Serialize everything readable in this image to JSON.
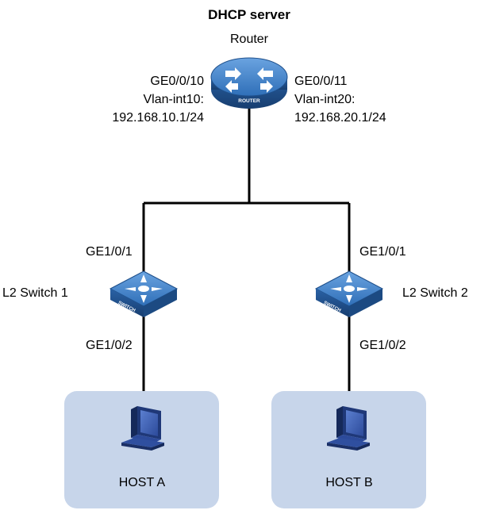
{
  "title": "DHCP server",
  "router": {
    "name": "Router",
    "badge": "ROUTER",
    "left_port": {
      "line1": "GE0/0/10",
      "line2": "Vlan-int10:",
      "line3": "192.168.10.1/24"
    },
    "right_port": {
      "line1": "GE0/0/11",
      "line2": "Vlan-int20:",
      "line3": "192.168.20.1/24"
    }
  },
  "switches": [
    {
      "name": "L2 Switch 1",
      "badge": "SWITCH",
      "uplink": "GE1/0/1",
      "downlink": "GE1/0/2"
    },
    {
      "name": "L2 Switch 2",
      "badge": "SWITCH",
      "uplink": "GE1/0/1",
      "downlink": "GE1/0/2"
    }
  ],
  "hosts": [
    {
      "name": "HOST A"
    },
    {
      "name": "HOST B"
    }
  ],
  "colors": {
    "device_blue": "#2f6fb8",
    "device_dark": "#1e4f8a",
    "host_box": "#c7d5ea",
    "pc_blue": "#2c4a9a"
  }
}
